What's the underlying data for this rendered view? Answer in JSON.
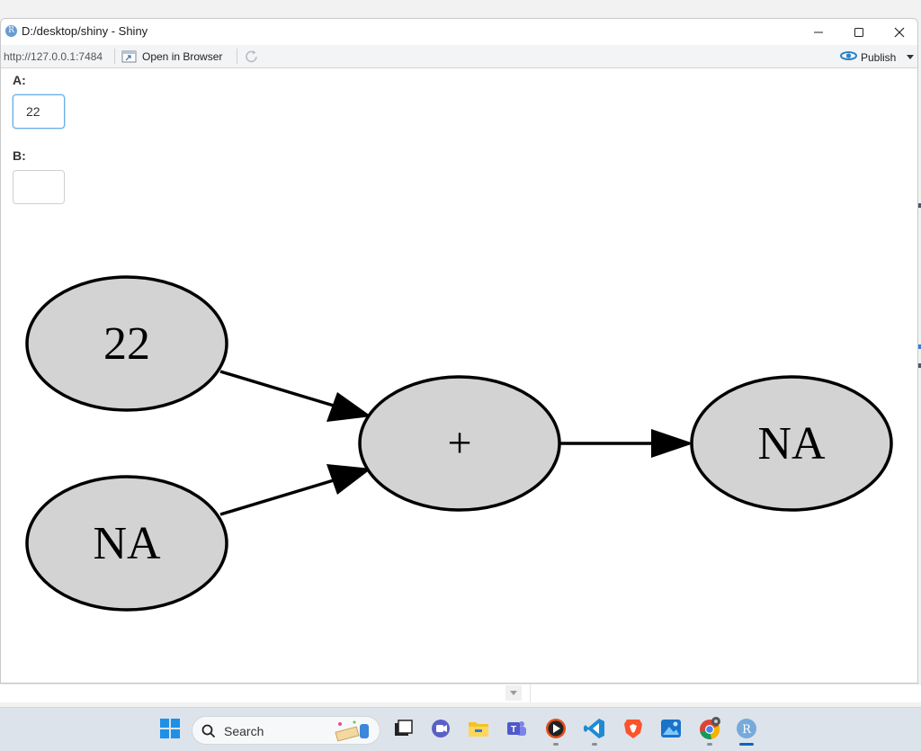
{
  "window": {
    "title": "D:/desktop/shiny - Shiny",
    "app_icon_letter": "R"
  },
  "toolbar": {
    "url": "http://127.0.0.1:7484",
    "open_in_browser_label": "Open in Browser",
    "publish_label": "Publish"
  },
  "form": {
    "a_label": "A:",
    "a_value": "22",
    "b_label": "B:",
    "b_value": ""
  },
  "graph": {
    "input_a_node": "22",
    "input_b_node": "NA",
    "operator_node": "+",
    "output_node": "NA",
    "node_fill": "#d3d3d3"
  },
  "taskbar": {
    "search_placeholder": "Search",
    "accent_color": "#0067c0",
    "icons": [
      "windows-start-icon",
      "task-view-icon",
      "chat-icon",
      "file-explorer-icon",
      "teams-icon",
      "media-player-icon",
      "vscode-icon",
      "brave-icon",
      "photos-icon",
      "chrome-icon",
      "rstudio-icon"
    ]
  }
}
